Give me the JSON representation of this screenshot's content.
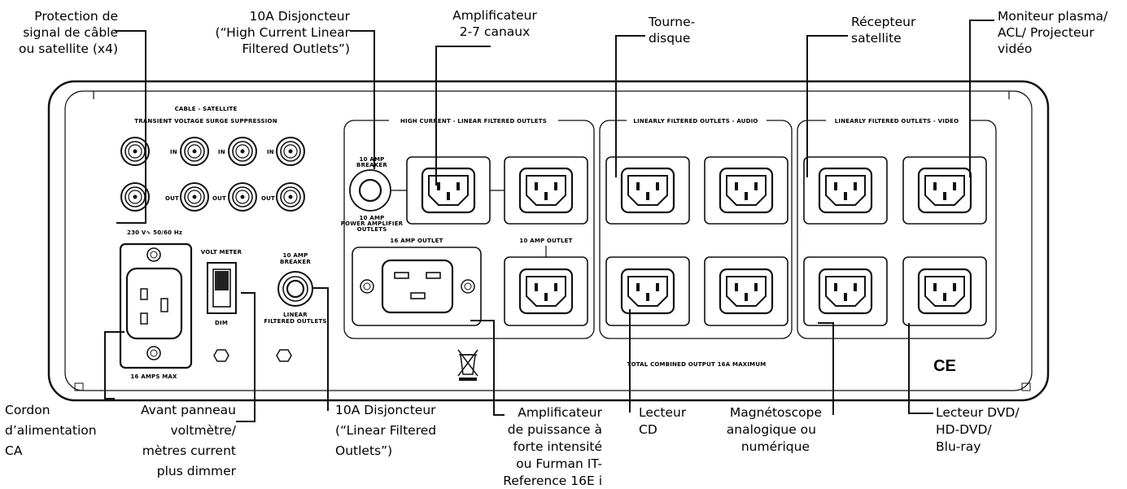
{
  "panel": {
    "cable_title": "CABLE - SATELLITE",
    "cable_subtitle": "TRANSIENT VOLTAGE SURGE SUPPRESSION",
    "port_in": "IN",
    "port_out": "OUT",
    "voltage": "230 V∿ 50/60 Hz",
    "group_high_current": "HIGH CURRENT - LINEAR FILTERED OUTLETS",
    "group_audio": "LINEARLY FILTERED OUTLETS - AUDIO",
    "group_video": "LINEARLY FILTERED OUTLETS - VIDEO",
    "breaker_10a_top": [
      "10 AMP",
      "BREAKER"
    ],
    "breaker_10a_bottom": [
      "10 AMP",
      "POWER AMPLIFIER",
      "OUTLETS"
    ],
    "outlet_16a_label": "16 AMP OUTLET",
    "outlet_10a_label": "10 AMP OUTLET",
    "volt_meter": "VOLT METER",
    "dim": "DIM",
    "linear_breaker_top": [
      "10 AMP",
      "BREAKER"
    ],
    "linear_breaker_bottom": [
      "LINEAR",
      "FILTERED OUTLETS"
    ],
    "amps_max": "16 AMPS MAX",
    "total_output": "TOTAL COMBINED OUTPUT 16A MAXIMUM",
    "ce_mark": "CE"
  },
  "callouts": {
    "protection": [
      "Protection de",
      "signal de câble",
      "ou satellite (x4)"
    ],
    "disjoncteur_hc": [
      "10A Disjoncteur",
      "(“High Current Linear",
      "Filtered Outlets”)"
    ],
    "amplificateur": [
      "Amplificateur",
      "2-7 canaux"
    ],
    "tourne_disque": [
      "Tourne-",
      "disque"
    ],
    "recepteur": [
      "Récepteur",
      "satellite"
    ],
    "moniteur": [
      "Moniteur plasma/",
      "ACL/ Projecteur",
      "vidéo"
    ],
    "cordon": [
      "Cordon",
      "d’alimentation",
      "CA"
    ],
    "voltmetre": [
      "Avant panneau",
      "voltmètre/",
      "mètres current",
      "plus dimmer"
    ],
    "disjoncteur_lf": [
      "10A Disjoncteur",
      "(“Linear Filtered",
      "Outlets”)"
    ],
    "ampli_puissance": [
      "Amplificateur",
      "de puissance à",
      "forte intensité",
      "ou Furman IT-",
      "Reference 16E i"
    ],
    "lecteur_cd": [
      "Lecteur",
      "CD"
    ],
    "magnetoscope": [
      "Magnétoscope",
      "analogique ou",
      "numérique"
    ],
    "lecteur_dvd": [
      "Lecteur DVD/",
      "HD-DVD/",
      "Blu-ray"
    ]
  }
}
